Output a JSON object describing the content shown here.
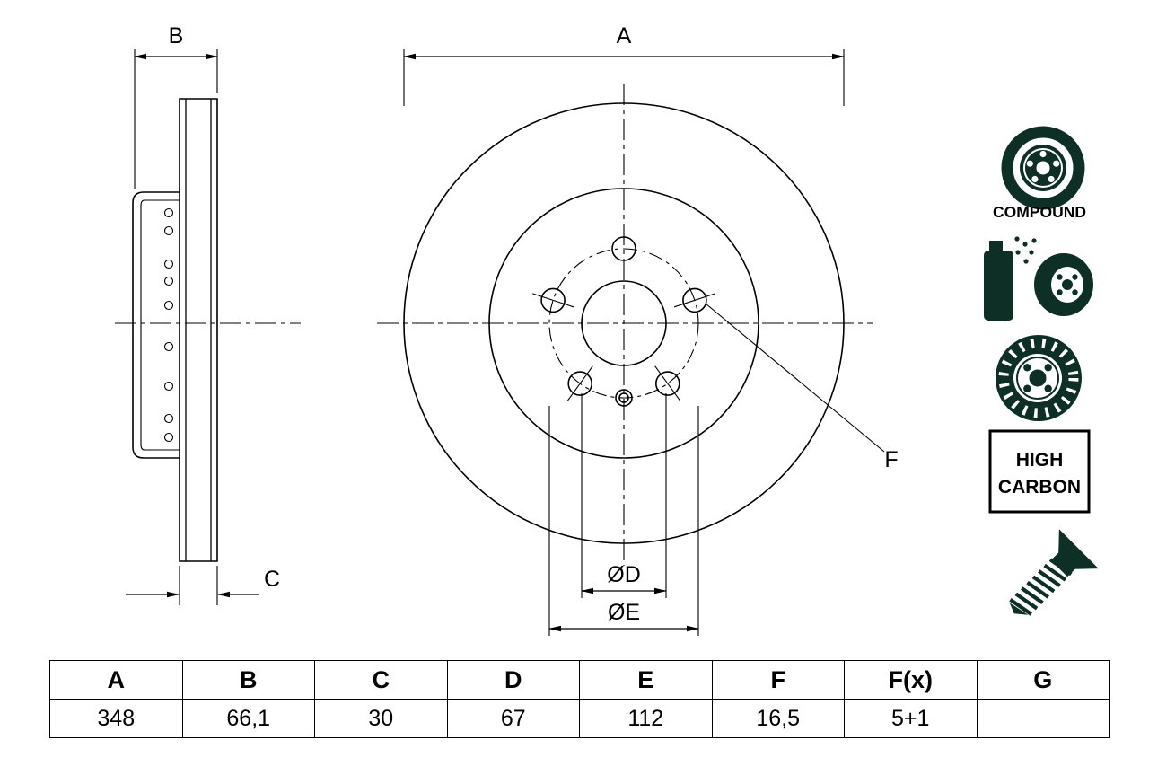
{
  "labels": {
    "dim_a": "A",
    "dim_b": "B",
    "dim_c": "C",
    "dim_d": "ØD",
    "dim_e": "ØE",
    "dim_f": "F"
  },
  "badges": {
    "compound": "COMPOUND",
    "high_carbon": [
      "HIGH",
      "CARBON"
    ]
  },
  "table": {
    "headers": [
      "A",
      "B",
      "C",
      "D",
      "E",
      "F",
      "F(x)",
      "G"
    ],
    "values": [
      "348",
      "66,1",
      "30",
      "67",
      "112",
      "16,5",
      "5+1",
      ""
    ]
  },
  "colors": {
    "line": "#000000",
    "icon": "#0d2f26",
    "background": "#ffffff"
  }
}
